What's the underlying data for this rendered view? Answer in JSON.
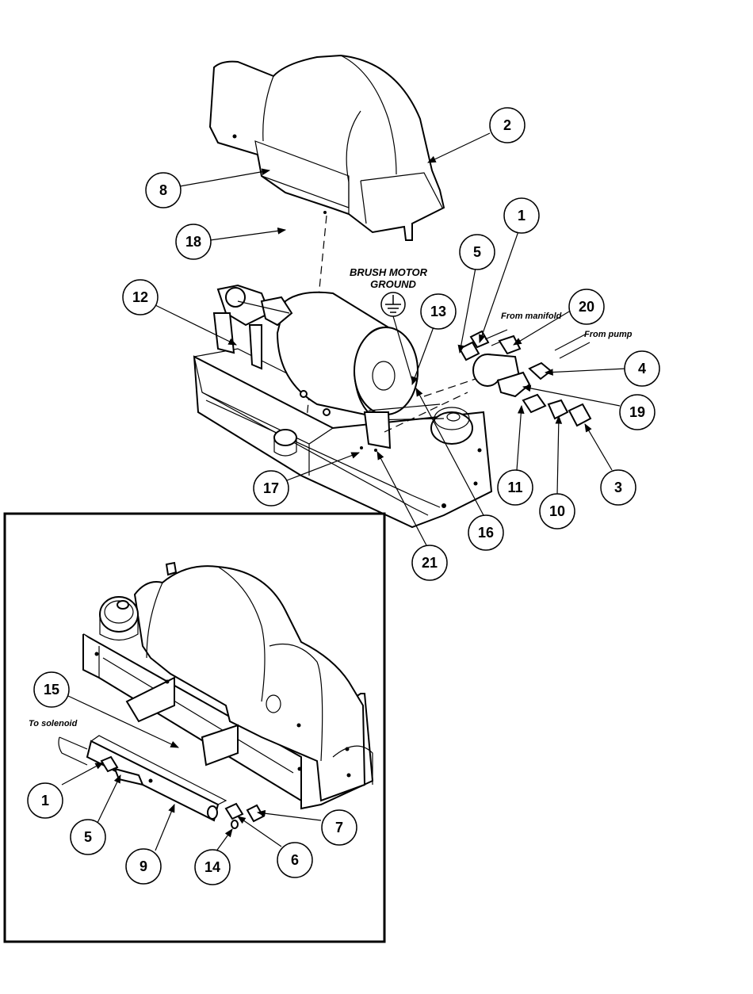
{
  "notes": {
    "brush_motor_ground_1": "BRUSH MOTOR",
    "brush_motor_ground_2": "GROUND",
    "from_manifold": "From manifold",
    "from_pump": "From pump",
    "to_solenoid": "To solenoid"
  },
  "callouts_main": [
    "2",
    "8",
    "18",
    "1",
    "5",
    "12",
    "20",
    "13",
    "4",
    "19",
    "17",
    "11",
    "10",
    "3",
    "16",
    "21"
  ],
  "callouts_inset": [
    "15",
    "1",
    "5",
    "7",
    "9",
    "14",
    "6"
  ],
  "icons": [
    "ground-symbol-icon"
  ]
}
